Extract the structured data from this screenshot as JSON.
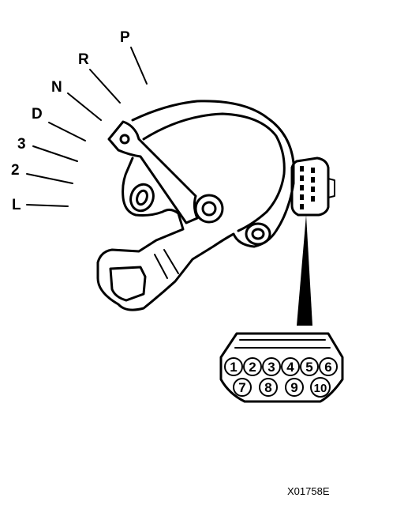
{
  "gear_positions": [
    "P",
    "R",
    "N",
    "D",
    "3",
    "2",
    "L"
  ],
  "connector_pins": {
    "top_row": [
      "1",
      "2",
      "3",
      "4",
      "5",
      "6"
    ],
    "bottom_row": [
      "7",
      "8",
      "9",
      "10"
    ]
  },
  "figure_id": "X01758E"
}
